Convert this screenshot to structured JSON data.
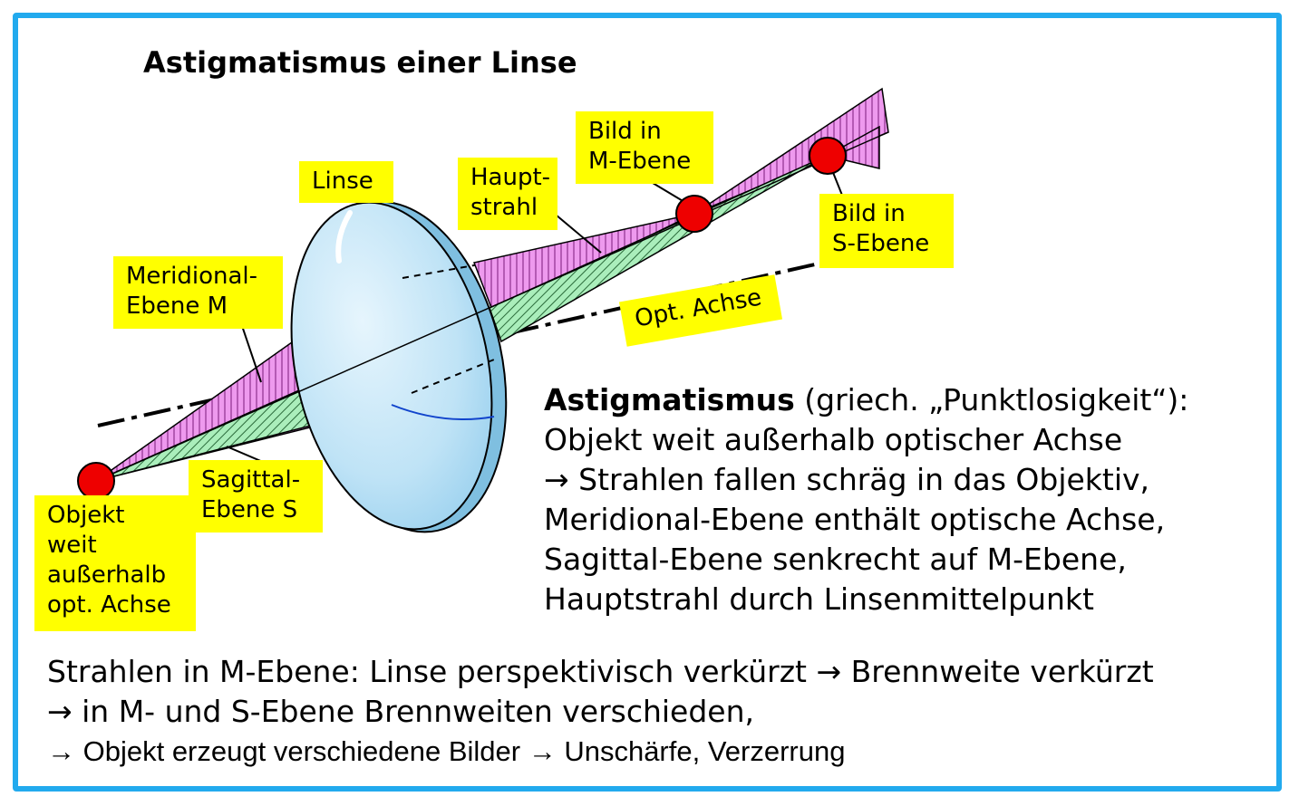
{
  "title": "Astigmatismus einer Linse",
  "labels": {
    "linse": "Linse",
    "hauptstrahl": [
      "Haupt-",
      "strahl"
    ],
    "bild_m": [
      "Bild in",
      "M-Ebene"
    ],
    "bild_s": [
      "Bild in",
      "S-Ebene"
    ],
    "meridional": [
      "Meridional-",
      "Ebene M"
    ],
    "opt_achse": "Opt. Achse",
    "sagittal": [
      "Sagittal-",
      "Ebene S"
    ],
    "objekt": [
      "Objekt",
      "weit",
      "außerhalb",
      "opt. Achse"
    ]
  },
  "explanation": {
    "term": "Astigmatismus",
    "term_rest": " (griech. „Punktlosigkeit“):",
    "lines": [
      "Objekt weit außerhalb optischer Achse",
      "→ Strahlen fallen schräg in das Objektiv,",
      "Meridional-Ebene enthält optische Achse,",
      "Sagittal-Ebene senkrecht auf M-Ebene,",
      "Hauptstrahl durch Linsenmittelpunkt"
    ]
  },
  "bottom": [
    "Strahlen in M-Ebene: Linse perspektivisch verkürzt → Brennweite verkürzt",
    "→ in M- und S-Ebene Brennweiten verschieden,",
    "→ Objekt erzeugt verschiedene Bilder → Unschärfe, Verzerrung"
  ],
  "colors": {
    "frame": "#22aaee",
    "label_bg": "#ffff00",
    "meridional_plane": "#ee99ee",
    "sagittal_plane": "#aaeebb",
    "lens": "#bde4f7",
    "image_point": "#ee0000"
  }
}
